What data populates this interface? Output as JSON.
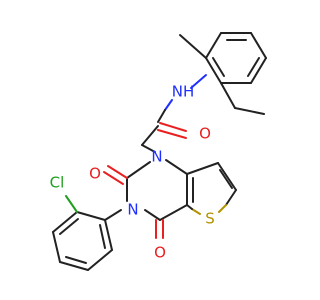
{
  "atoms": {
    "nh": {
      "text": "NH",
      "color": "#1f2fff"
    },
    "o_amide": {
      "text": "O",
      "color": "#e82020"
    },
    "n1": {
      "text": "N",
      "color": "#1f2fff"
    },
    "n3": {
      "text": "N",
      "color": "#1f2fff"
    },
    "o2": {
      "text": "O",
      "color": "#e82020"
    },
    "o4": {
      "text": "O",
      "color": "#e82020"
    },
    "s": {
      "text": "S",
      "color": "#b29200"
    },
    "cl": {
      "text": "Cl",
      "color": "#1fa01f"
    }
  }
}
